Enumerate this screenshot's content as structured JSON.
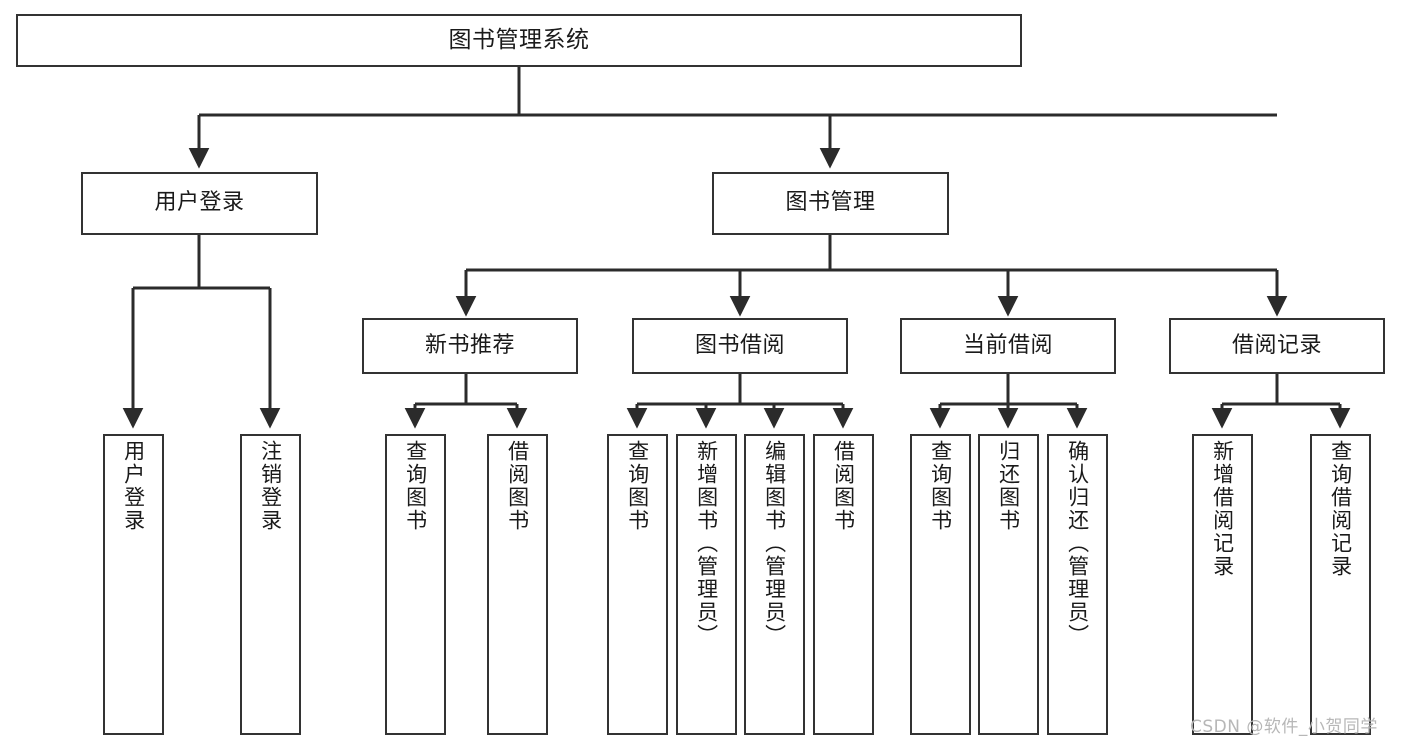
{
  "diagram": {
    "title": "图书管理系统",
    "watermark": "CSDN @软件_小贺同学",
    "colors": {
      "box_border": "#333333",
      "box_fill": "#ffffff",
      "edge": "#2b2b2b",
      "text": "#1a1a1a",
      "watermark": "#b7b7b7",
      "background": "#ffffff"
    },
    "root": {
      "label": "图书管理系统"
    },
    "level1": [
      {
        "label": "用户登录"
      },
      {
        "label": "图书管理"
      }
    ],
    "level2": [
      {
        "label": "新书推荐"
      },
      {
        "label": "图书借阅"
      },
      {
        "label": "当前借阅"
      },
      {
        "label": "借阅记录"
      }
    ],
    "leaves": {
      "user_login": [
        {
          "label": "用户登录"
        },
        {
          "label": "注销登录"
        }
      ],
      "new_book_recommend": [
        {
          "label": "查询图书"
        },
        {
          "label": "借阅图书"
        }
      ],
      "book_borrow": [
        {
          "label": "查询图书"
        },
        {
          "label": "新增图书（管理员）"
        },
        {
          "label": "编辑图书（管理员）"
        },
        {
          "label": "借阅图书"
        }
      ],
      "current_borrow": [
        {
          "label": "查询图书"
        },
        {
          "label": "归还图书"
        },
        {
          "label": "确认归还（管理员）"
        }
      ],
      "borrow_record": [
        {
          "label": "新增借阅记录"
        },
        {
          "label": "查询借阅记录"
        }
      ]
    }
  }
}
